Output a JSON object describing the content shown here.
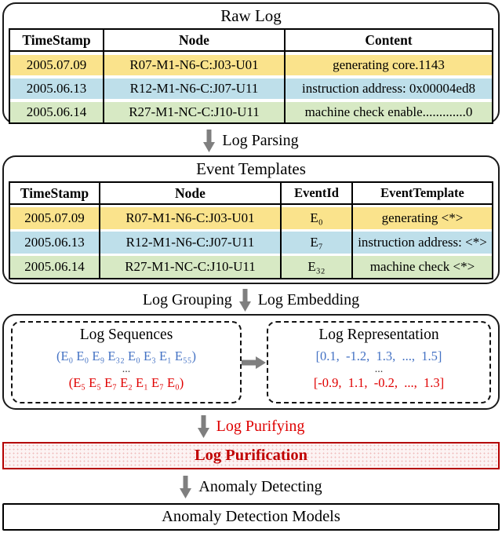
{
  "raw_log": {
    "title": "Raw Log",
    "headers": [
      "TimeStamp",
      "Node",
      "Content"
    ],
    "rows": [
      {
        "timestamp": "2005.07.09",
        "node": "R07-M1-N6-C:J03-U01",
        "content": "generating core.1143"
      },
      {
        "timestamp": "2005.06.13",
        "node": "R12-M1-N6-C:J07-U11",
        "content": "instruction address: 0x00004ed8"
      },
      {
        "timestamp": "2005.06.14",
        "node": "R27-M1-NC-C:J10-U11",
        "content": "machine check enable.............0"
      }
    ]
  },
  "arrows": {
    "log_parsing": "Log Parsing",
    "log_grouping": "Log Grouping",
    "log_embedding": "Log Embedding",
    "log_purifying": "Log Purifying",
    "anomaly_detecting": "Anomaly Detecting"
  },
  "event_templates": {
    "title": "Event Templates",
    "headers": [
      "TimeStamp",
      "Node",
      "EventId",
      "EventTemplate"
    ],
    "rows": [
      {
        "timestamp": "2005.07.09",
        "node": "R07-M1-N6-C:J03-U01",
        "event_id": "E₀",
        "template": "generating <*>"
      },
      {
        "timestamp": "2005.06.13",
        "node": "R12-M1-N6-C:J07-U11",
        "event_id": "E₇",
        "template": "instruction address: <*>"
      },
      {
        "timestamp": "2005.06.14",
        "node": "R27-M1-NC-C:J10-U11",
        "event_id": "E₃₂",
        "template": "machine check <*>"
      }
    ]
  },
  "log_sequences": {
    "title": "Log Sequences",
    "normal_sequence": "(E₀ E₀ E₉ E₃₂ E₀ E₃ E₁ E₅₅)",
    "ellipsis": "...",
    "anomalous_sequence": "(E₅ E₅ E₇ E₂ E₁ E₇ E₀)"
  },
  "log_representation": {
    "title": "Log Representation",
    "normal_vector": "[0.1,  -1.2,  1.3,  ...,  1.5]",
    "ellipsis": "...",
    "anomalous_vector": "[-0.9,  1.1,  -0.2,  ...,  1.3]"
  },
  "log_purification": {
    "label": "Log Purification"
  },
  "anomaly_models": {
    "label": "Anomaly Detection Models"
  },
  "colors": {
    "row_yellow": "#FAE38C",
    "row_blue": "#BEDFEA",
    "row_green": "#D7E9C4",
    "sequence_blue": "#4472C4",
    "sequence_red": "#E00000",
    "purification_red": "#C00000",
    "arrow_gray": "#7F7F7F"
  }
}
